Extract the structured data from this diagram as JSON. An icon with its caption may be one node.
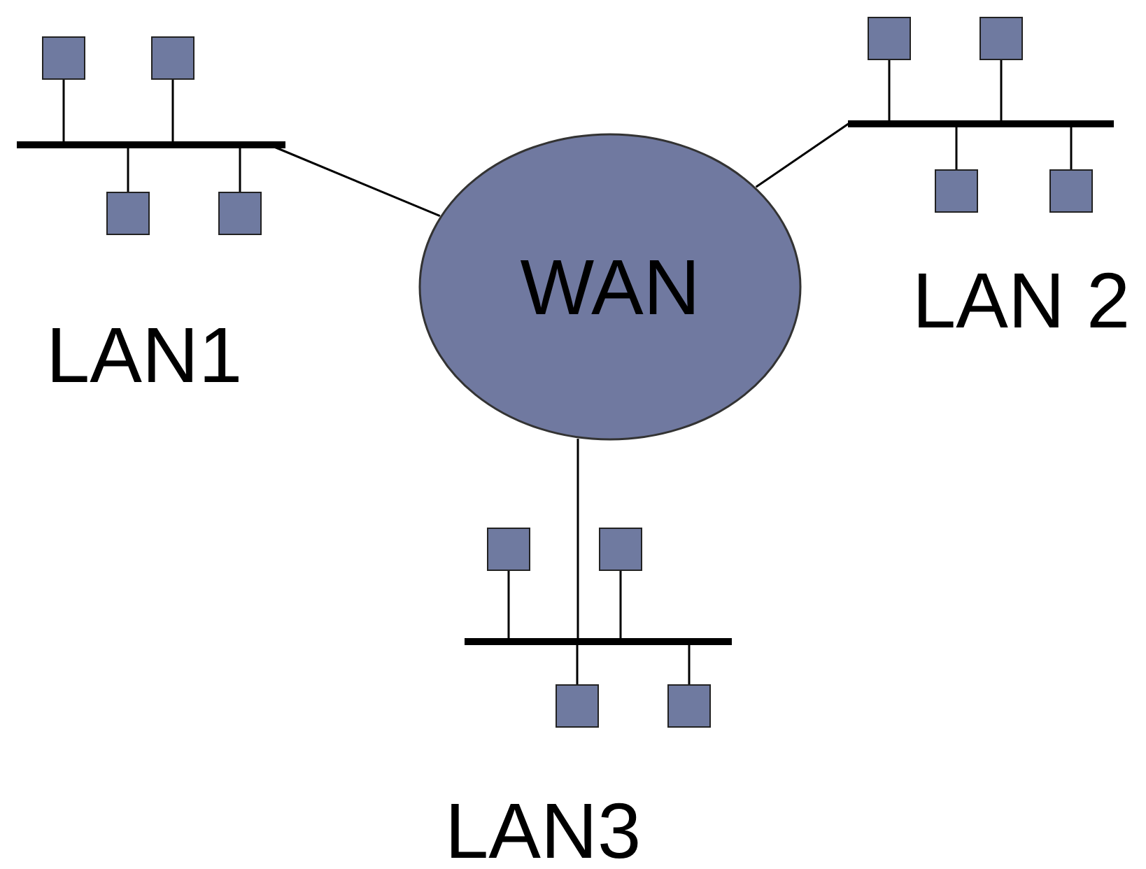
{
  "diagram": {
    "nodes": [
      {
        "text": [],
        "shape": "bar"
      },
      {
        "text": [],
        "shape": "box"
      },
      {
        "text": [],
        "shape": "box"
      },
      {
        "text": [],
        "shape": "box"
      },
      {
        "text": [],
        "shape": "box"
      },
      {
        "text": [
          "WAN"
        ]
      },
      {
        "text": [],
        "shape": "bar"
      },
      {
        "text": [],
        "shape": "box"
      },
      {
        "text": [],
        "shape": "box"
      },
      {
        "text": [],
        "shape": "box"
      },
      {
        "text": [],
        "shape": "box"
      },
      {
        "text": [],
        "shape": "bar"
      },
      {
        "text": [],
        "shape": "box"
      },
      {
        "text": [],
        "shape": "box"
      },
      {
        "text": [],
        "shape": "box"
      },
      {
        "text": [],
        "shape": "box"
      }
    ],
    "edges": [
      {
        "from": 5,
        "to": 0,
        "arrow": "none"
      },
      {
        "from": 5,
        "to": 6,
        "arrow": "none"
      },
      {
        "from": 5,
        "to": 11,
        "arrow": "none"
      },
      {
        "from": 1,
        "to": 0,
        "arrow": "none"
      },
      {
        "from": 2,
        "to": 0,
        "arrow": "none"
      },
      {
        "from": 3,
        "to": 0,
        "arrow": "none"
      },
      {
        "from": 4,
        "to": 0,
        "arrow": "none"
      },
      {
        "from": 7,
        "to": 6,
        "arrow": "none"
      },
      {
        "from": 8,
        "to": 6,
        "arrow": "none"
      },
      {
        "from": 9,
        "to": 6,
        "arrow": "none"
      },
      {
        "from": 10,
        "to": 6,
        "arrow": "none"
      },
      {
        "from": 12,
        "to": 11,
        "arrow": "none"
      },
      {
        "from": 13,
        "to": 11,
        "arrow": "none"
      },
      {
        "from": 14,
        "to": 11,
        "arrow": "none"
      },
      {
        "from": 15,
        "to": 11,
        "arrow": "none"
      }
    ],
    "labels": [
      "LAN 2",
      "LAN1",
      "LAN3"
    ]
  }
}
